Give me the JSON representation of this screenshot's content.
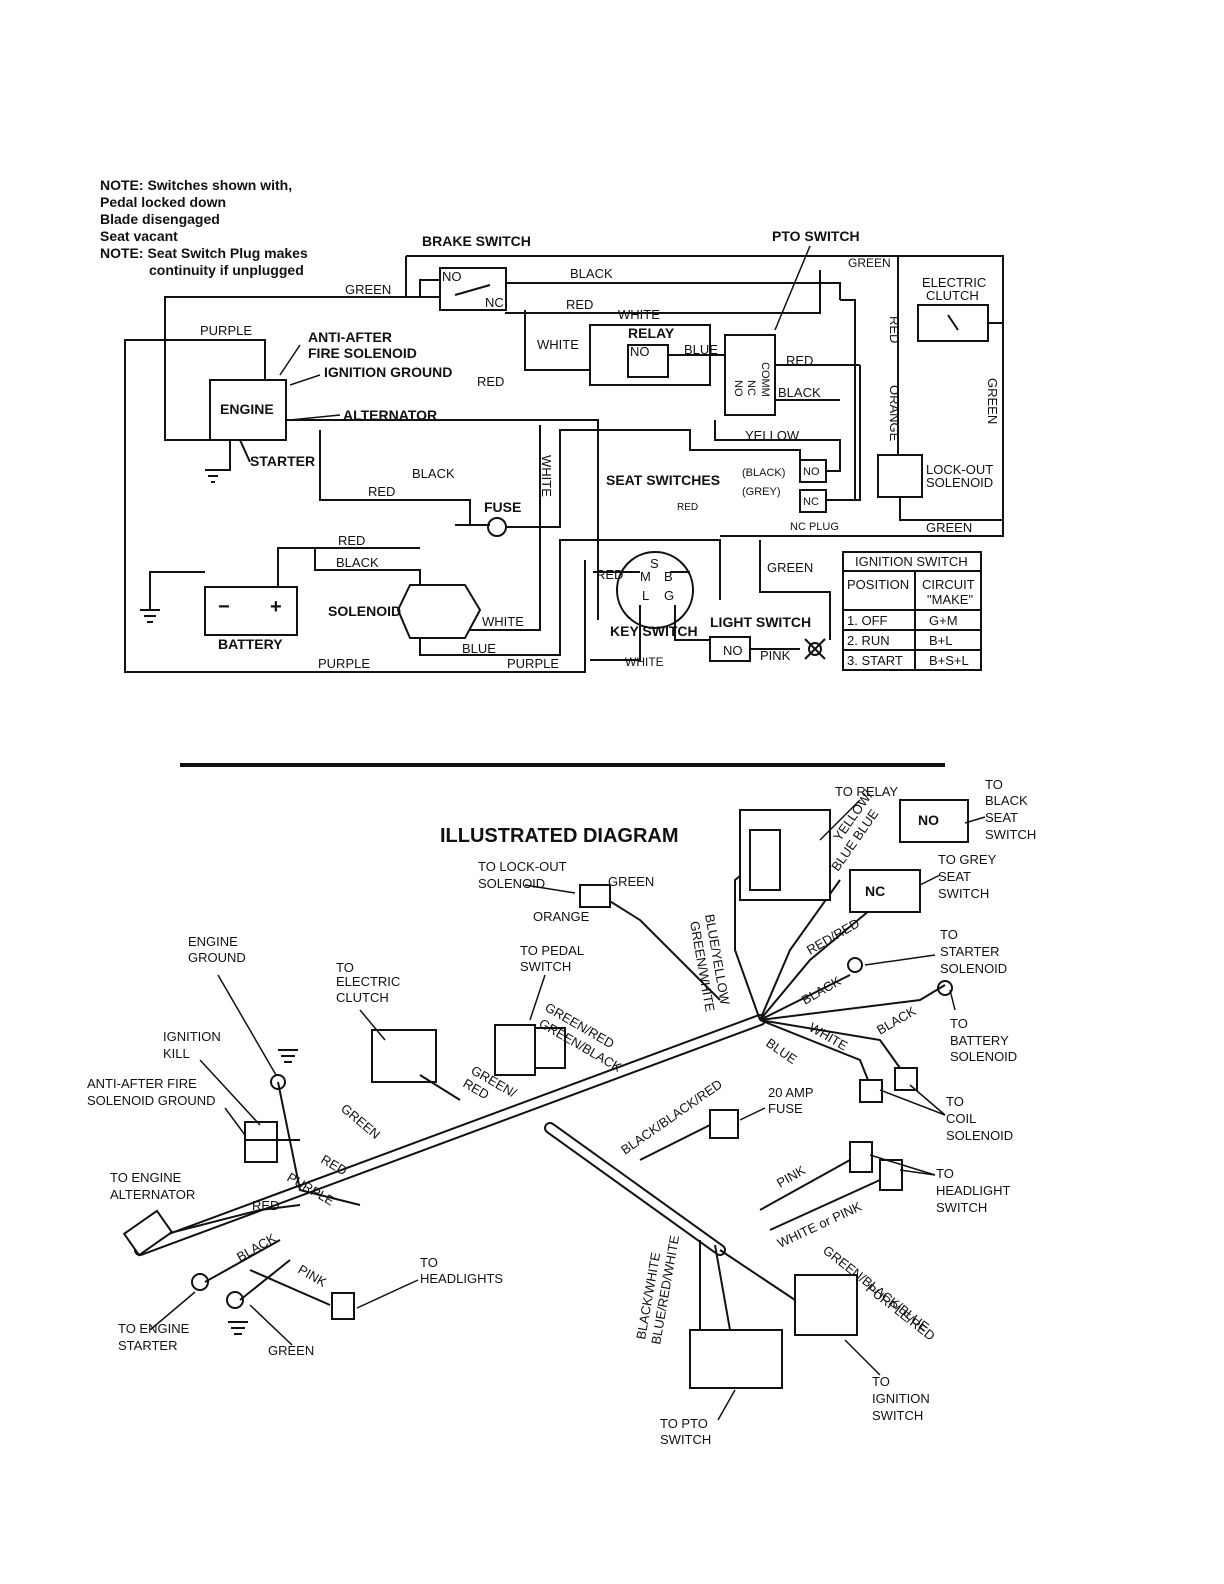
{
  "schematic": {
    "notes": [
      "NOTE: Switches shown with,",
      "Pedal locked down",
      "Blade disengaged",
      "Seat vacant",
      "NOTE: Seat Switch Plug makes",
      "continuity if unplugged"
    ],
    "labels": {
      "brake_switch": "BRAKE SWITCH",
      "pto_switch": "PTO SWITCH",
      "electric_clutch_1": "ELECTRIC",
      "electric_clutch_2": "CLUTCH",
      "relay": "RELAY",
      "engine": "ENGINE",
      "anti_after_1": "ANTI-AFTER",
      "anti_after_2": "FIRE SOLENOID",
      "ignition_ground": "IGNITION GROUND",
      "alternator": "ALTERNATOR",
      "starter": "STARTER",
      "fuse": "FUSE",
      "seat_switches": "SEAT SWITCHES",
      "lockout_1": "LOCK-OUT",
      "lockout_2": "SOLENOID",
      "solenoid": "SOLENOID",
      "battery": "BATTERY",
      "key_switch": "KEY SWITCH",
      "light_switch": "LIGHT SWITCH",
      "nc_plug": "NC PLUG",
      "no": "NO",
      "nc": "NC",
      "comm": "COMM",
      "black_paren": "(BLACK)",
      "grey_paren": "(GREY)",
      "key_s": "S",
      "key_m": "M",
      "key_b": "B",
      "key_l": "L",
      "key_g": "G",
      "minus": "−",
      "plus": "+"
    },
    "wires": {
      "green": "GREEN",
      "black": "BLACK",
      "red": "RED",
      "white": "WHITE",
      "purple": "PURPLE",
      "blue": "BLUE",
      "yellow": "YELLOW",
      "orange": "ORANGE",
      "pink": "PINK"
    },
    "ignition_table": {
      "title": "IGNITION SWITCH",
      "headers": [
        "POSITION",
        "CIRCUIT",
        "\"MAKE\""
      ],
      "rows": [
        {
          "position": "1. OFF",
          "make": "G+M"
        },
        {
          "position": "2. RUN",
          "make": "B+L"
        },
        {
          "position": "3. START",
          "make": "B+S+L"
        }
      ]
    }
  },
  "illustrated": {
    "title": "ILLUSTRATED DIAGRAM",
    "callouts": {
      "to_relay": "TO RELAY",
      "to_black_seat": [
        "TO",
        "BLACK",
        "SEAT",
        "SWITCH"
      ],
      "to_grey_seat": [
        "TO GREY",
        "SEAT",
        "SWITCH"
      ],
      "to_lockout": [
        "TO LOCK-OUT",
        "SOLENOID"
      ],
      "engine_ground": [
        "ENGINE",
        "GROUND"
      ],
      "to_electric_clutch": [
        "TO",
        "ELECTRIC",
        "CLUTCH"
      ],
      "to_pedal_switch": [
        "TO PEDAL",
        "SWITCH"
      ],
      "to_starter_solenoid": [
        "TO",
        "STARTER",
        "SOLENOID"
      ],
      "to_battery_solenoid": [
        "TO",
        "BATTERY",
        "SOLENOID"
      ],
      "ignition_kill": [
        "IGNITION",
        "KILL"
      ],
      "anti_after_ground": [
        "ANTI-AFTER FIRE",
        "SOLENOID GROUND"
      ],
      "fuse_20": [
        "20 AMP",
        "FUSE"
      ],
      "to_coil_solenoid": [
        "TO",
        "COIL",
        "SOLENOID"
      ],
      "to_engine_alternator": [
        "TO ENGINE",
        "ALTERNATOR"
      ],
      "to_headlight_switch": [
        "TO",
        "HEADLIGHT",
        "SWITCH"
      ],
      "to_headlights": [
        "TO",
        "HEADLIGHTS"
      ],
      "to_engine_starter": [
        "TO ENGINE",
        "STARTER"
      ],
      "to_ignition_switch": [
        "TO",
        "IGNITION",
        "SWITCH"
      ],
      "to_pto_switch": [
        "TO PTO",
        "SWITCH"
      ],
      "no": "NO",
      "nc": "NC"
    },
    "wire_labels": {
      "green": "GREEN",
      "orange": "ORANGE",
      "yellow_blue": "YELLOW/",
      "blue_blue": "BLUE BLUE",
      "blue_yellow": "BLUE/YELLOW",
      "green_white": "GREEN/WHITE",
      "red_red": "RED/RED",
      "black": "BLACK",
      "white": "WHITE",
      "blue": "BLUE",
      "green_red": "GREEN/RED",
      "green_black": "GREEN/BLACK",
      "green_red_2": "GREEN/",
      "red_2": "RED",
      "black_black_red": "BLACK/BLACK/RED",
      "red": "RED",
      "purple": "PURPLE",
      "pink": "PINK",
      "white_or_pink": "WHITE or PINK",
      "green_black_blue": "GREEN/BLACK/BLUE",
      "purple_red": "PURPLE/RED",
      "black_white": "BLACK/WHITE",
      "blue_red_white": "BLUE/RED/WHITE"
    }
  }
}
